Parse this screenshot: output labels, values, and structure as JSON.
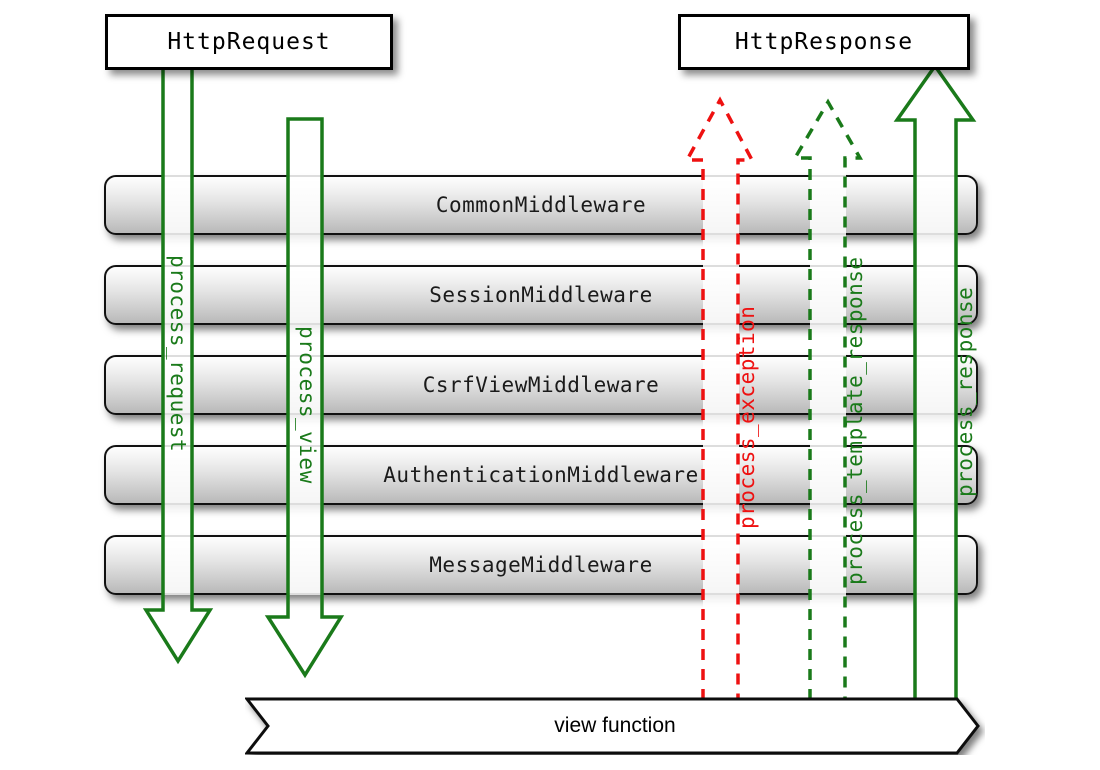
{
  "diagram": {
    "title": "Django middleware request/response flow",
    "colors": {
      "green": "#1a7a1a",
      "red": "#ee1111",
      "outline": "#111111",
      "background": "#ffffff"
    }
  },
  "endpoints": {
    "request": {
      "label": "HttpRequest"
    },
    "response": {
      "label": "HttpResponse"
    }
  },
  "middleware": [
    {
      "label": "CommonMiddleware"
    },
    {
      "label": "SessionMiddleware"
    },
    {
      "label": "CsrfViewMiddleware"
    },
    {
      "label": "AuthenticationMiddleware"
    },
    {
      "label": "MessageMiddleware"
    }
  ],
  "flows": [
    {
      "label": "process_request",
      "color": "#1a7a1a",
      "style": "solid",
      "direction": "down"
    },
    {
      "label": "process_view",
      "color": "#1a7a1a",
      "style": "solid",
      "direction": "down"
    },
    {
      "label": "process_exception",
      "color": "#ee1111",
      "style": "dashed",
      "direction": "up"
    },
    {
      "label": "process_template_response",
      "color": "#1a7a1a",
      "style": "dashed",
      "direction": "up"
    },
    {
      "label": "process_response",
      "color": "#1a7a1a",
      "style": "solid",
      "direction": "up"
    }
  ],
  "view": {
    "label": "view function"
  }
}
